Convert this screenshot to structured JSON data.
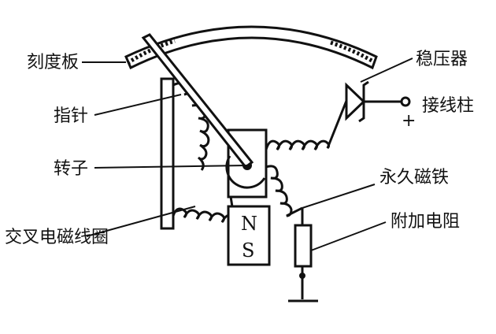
{
  "labels": {
    "scale_plate": "刻度板",
    "pointer": "指针",
    "rotor": "转子",
    "cross_coil": "交叉电磁线圈",
    "regulator": "稳压器",
    "terminal": "接线柱",
    "permanent_magnet": "永久磁铁",
    "extra_resistor": "附加电阻"
  },
  "magnet": {
    "north": "N",
    "south": "S"
  },
  "polarity": {
    "positive": "+"
  },
  "colors": {
    "ink": "#111111",
    "background": "#ffffff"
  }
}
